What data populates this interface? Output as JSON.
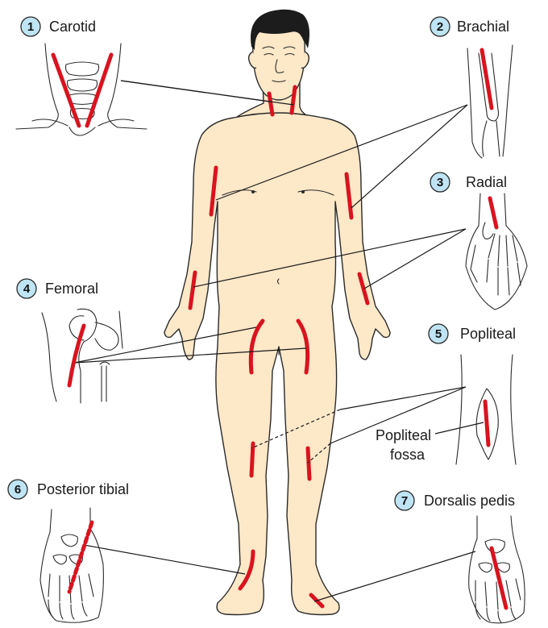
{
  "pulse_points": [
    {
      "number": "1",
      "name": "Carotid"
    },
    {
      "number": "2",
      "name": "Brachial"
    },
    {
      "number": "3",
      "name": "Radial"
    },
    {
      "number": "4",
      "name": "Femoral"
    },
    {
      "number": "5",
      "name": "Popliteal"
    },
    {
      "number": "6",
      "name": "Posterior tibial"
    },
    {
      "number": "7",
      "name": "Dorsalis pedis"
    }
  ],
  "annotations": {
    "popliteal_fossa_line1": "Popliteal",
    "popliteal_fossa_line2": "fossa"
  },
  "colors": {
    "pulse_marker": "#d8141f",
    "skin": "#fde8c8",
    "badge_fill": "#bfe4f3",
    "outline": "#2a2a2a"
  }
}
